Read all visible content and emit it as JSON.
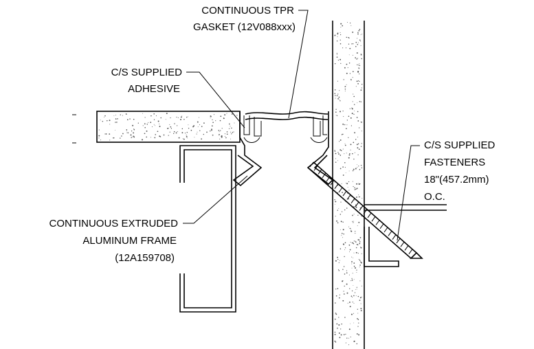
{
  "labels": {
    "gasket_line1": "CONTINUOUS TPR",
    "gasket_line2": "GASKET (12V088xxx)",
    "adhesive_line1": "C/S SUPPLIED",
    "adhesive_line2": "ADHESIVE",
    "fasteners_line1": "C/S SUPPLIED",
    "fasteners_line2": "FASTENERS",
    "fasteners_line3": "18\"(457.2mm)",
    "fasteners_line4": "O.C.",
    "frame_line1": "CONTINUOUS EXTRUDED",
    "frame_line2": "ALUMINUM FRAME",
    "frame_line3": "(12A159708)"
  }
}
